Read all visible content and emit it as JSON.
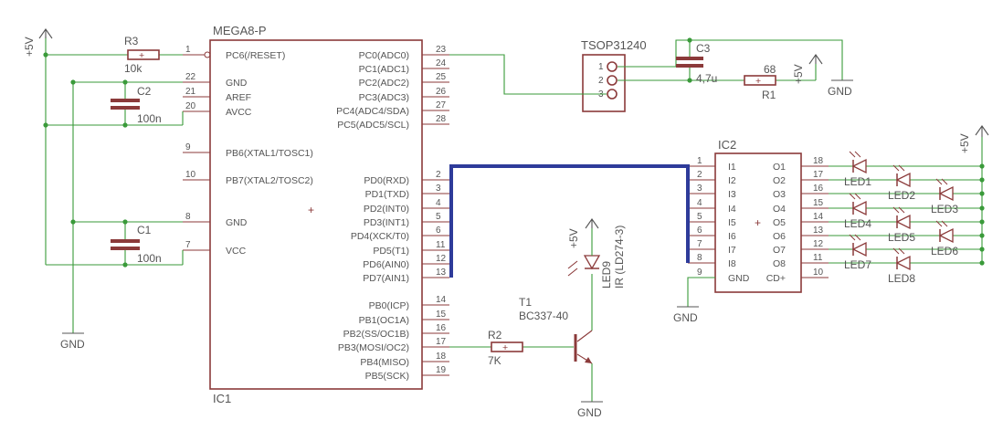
{
  "ic1": {
    "name": "IC1",
    "value": "MEGA8-P",
    "left_pins": [
      {
        "num": "1",
        "label": "PC6(/RESET)"
      },
      {
        "num": "22",
        "label": "GND"
      },
      {
        "num": "21",
        "label": "AREF"
      },
      {
        "num": "20",
        "label": "AVCC"
      },
      {
        "num": "9",
        "label": "PB6(XTAL1/TOSC1)"
      },
      {
        "num": "10",
        "label": "PB7(XTAL2/TOSC2)"
      },
      {
        "num": "8",
        "label": "GND"
      },
      {
        "num": "7",
        "label": "VCC"
      }
    ],
    "right_pins": [
      {
        "num": "23",
        "label": "PC0(ADC0)"
      },
      {
        "num": "24",
        "label": "PC1(ADC1)"
      },
      {
        "num": "25",
        "label": "PC2(ADC2)"
      },
      {
        "num": "26",
        "label": "PC3(ADC3)"
      },
      {
        "num": "27",
        "label": "PC4(ADC4/SDA)"
      },
      {
        "num": "28",
        "label": "PC5(ADC5/SCL)"
      },
      {
        "num": "2",
        "label": "PD0(RXD)"
      },
      {
        "num": "3",
        "label": "PD1(TXD)"
      },
      {
        "num": "4",
        "label": "PD2(INT0)"
      },
      {
        "num": "5",
        "label": "PD3(INT1)"
      },
      {
        "num": "6",
        "label": "PD4(XCK/T0)"
      },
      {
        "num": "11",
        "label": "PD5(T1)"
      },
      {
        "num": "12",
        "label": "PD6(AIN0)"
      },
      {
        "num": "13",
        "label": "PD7(AIN1)"
      },
      {
        "num": "14",
        "label": "PB0(ICP)"
      },
      {
        "num": "15",
        "label": "PB1(OC1A)"
      },
      {
        "num": "16",
        "label": "PB2(SS/OC1B)"
      },
      {
        "num": "17",
        "label": "PB3(MOSI/OC2)"
      },
      {
        "num": "18",
        "label": "PB4(MISO)"
      },
      {
        "num": "19",
        "label": "PB5(SCK)"
      }
    ]
  },
  "ic2": {
    "name": "IC2",
    "left_pins": [
      {
        "num": "1",
        "label": "I1"
      },
      {
        "num": "2",
        "label": "I2"
      },
      {
        "num": "3",
        "label": "I3"
      },
      {
        "num": "4",
        "label": "I4"
      },
      {
        "num": "5",
        "label": "I5"
      },
      {
        "num": "6",
        "label": "I6"
      },
      {
        "num": "7",
        "label": "I7"
      },
      {
        "num": "8",
        "label": "I8"
      },
      {
        "num": "9",
        "label": "GND"
      }
    ],
    "right_pins": [
      {
        "num": "18",
        "label": "O1"
      },
      {
        "num": "17",
        "label": "O2"
      },
      {
        "num": "16",
        "label": "O3"
      },
      {
        "num": "15",
        "label": "O4"
      },
      {
        "num": "14",
        "label": "O5"
      },
      {
        "num": "13",
        "label": "O6"
      },
      {
        "num": "12",
        "label": "O7"
      },
      {
        "num": "11",
        "label": "O8"
      },
      {
        "num": "10",
        "label": "CD+"
      }
    ]
  },
  "tsop": {
    "name": "TSOP31240",
    "pins": [
      "1",
      "2",
      "3"
    ]
  },
  "r1": {
    "name": "R1",
    "value": "68"
  },
  "r2": {
    "name": "R2",
    "value": "7K"
  },
  "r3": {
    "name": "R3",
    "value": "10k"
  },
  "c1": {
    "name": "C1",
    "value": "100n"
  },
  "c2": {
    "name": "C2",
    "value": "100n"
  },
  "c3": {
    "name": "C3",
    "value": "4,7u"
  },
  "t1": {
    "name": "T1",
    "value": "BC337-40"
  },
  "led9": {
    "name": "LED9",
    "value": "IR (LD274-3)"
  },
  "leds": [
    "LED1",
    "LED2",
    "LED3",
    "LED4",
    "LED5",
    "LED6",
    "LED7",
    "LED8"
  ],
  "supply": {
    "vcc": "+5V",
    "gnd": "GND"
  },
  "colors": {
    "body": "#8b3a3a",
    "wire": "#3a9a3a",
    "bus": "#2e3b9a",
    "text": "#555555"
  }
}
